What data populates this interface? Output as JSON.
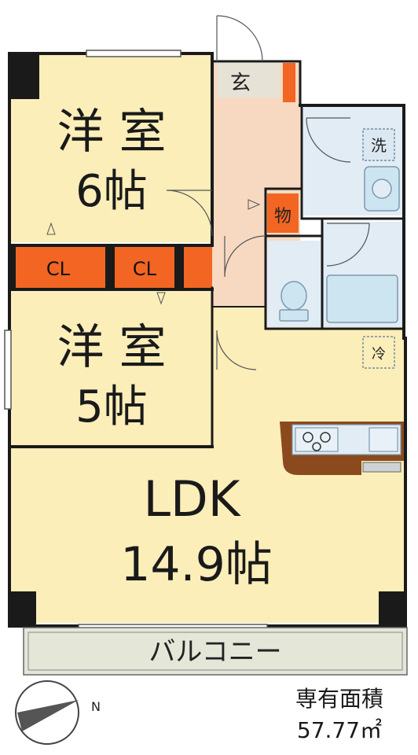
{
  "rooms": {
    "western_room_1": {
      "name": "洋 室",
      "size": "6帖"
    },
    "western_room_2": {
      "name": "洋 室",
      "size": "5帖"
    },
    "ldk": {
      "name": "LDK",
      "size": "14.9帖"
    }
  },
  "labels": {
    "entrance": "玄",
    "storage": "物",
    "washer": "洗",
    "fridge": "冷",
    "closet_1": "CL",
    "closet_2": "CL",
    "balcony": "バルコニー",
    "compass_north": "N"
  },
  "area": {
    "caption": "専有面積",
    "value": "57.77㎡"
  },
  "colors": {
    "room_floor": "#fbeeb9",
    "corridor": "#f7d9c2",
    "wet_area": "#e1ecf4",
    "closet": "#f26522",
    "wall": "#1a1a1a",
    "counter": "#8a4a1e",
    "balcony": "#e4e6d8"
  }
}
